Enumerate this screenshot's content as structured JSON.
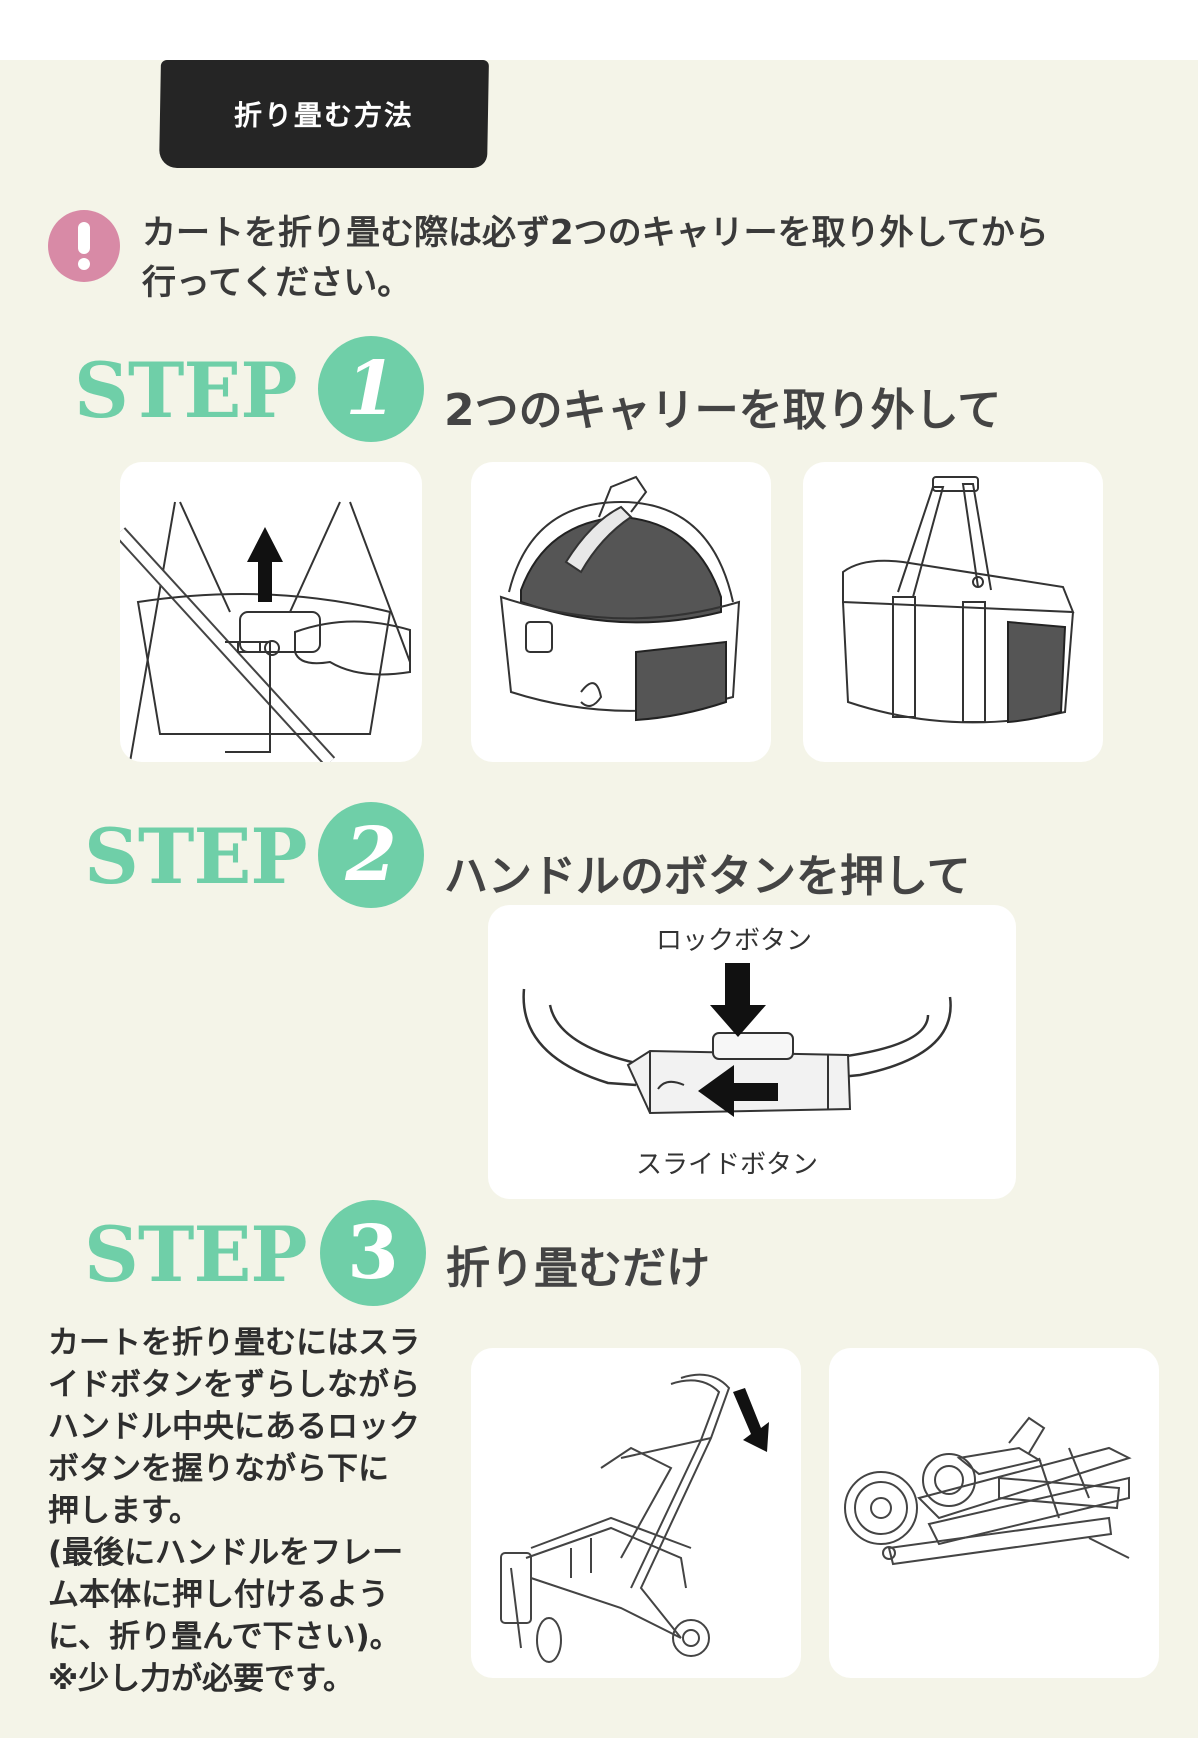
{
  "header": {
    "tab_label": "折り畳む方法"
  },
  "notice": {
    "icon": "exclamation-icon",
    "accent_color": "#d88aa6",
    "line1": "カートを折り畳む際は必ず2つのキャリーを取り外してから",
    "line2": "行ってください。"
  },
  "steps": [
    {
      "word": "STEP",
      "number": "1",
      "title": "2つのキャリーを取り外して"
    },
    {
      "word": "STEP",
      "number": "2",
      "title": "ハンドルのボタンを押して"
    },
    {
      "word": "STEP",
      "number": "3",
      "title": "折り畳むだけ"
    }
  ],
  "step2_diagram": {
    "top_label": "ロックボタン",
    "bottom_label": "スライドボタン"
  },
  "step3_text": [
    "カートを折り畳むにはスラ",
    "イドボタンをずらしながら",
    "ハンドル中央にあるロック",
    "ボタンを握りながら下に",
    "押します。",
    "(最後にハンドルをフレー",
    "ム本体に押し付けるよう",
    "に、折り畳んで下さい)。",
    "※少し力が必要です。"
  ],
  "colors": {
    "step_green": "#6fcfa8",
    "background": "#f4f4e8",
    "tab_dark": "#252525"
  }
}
